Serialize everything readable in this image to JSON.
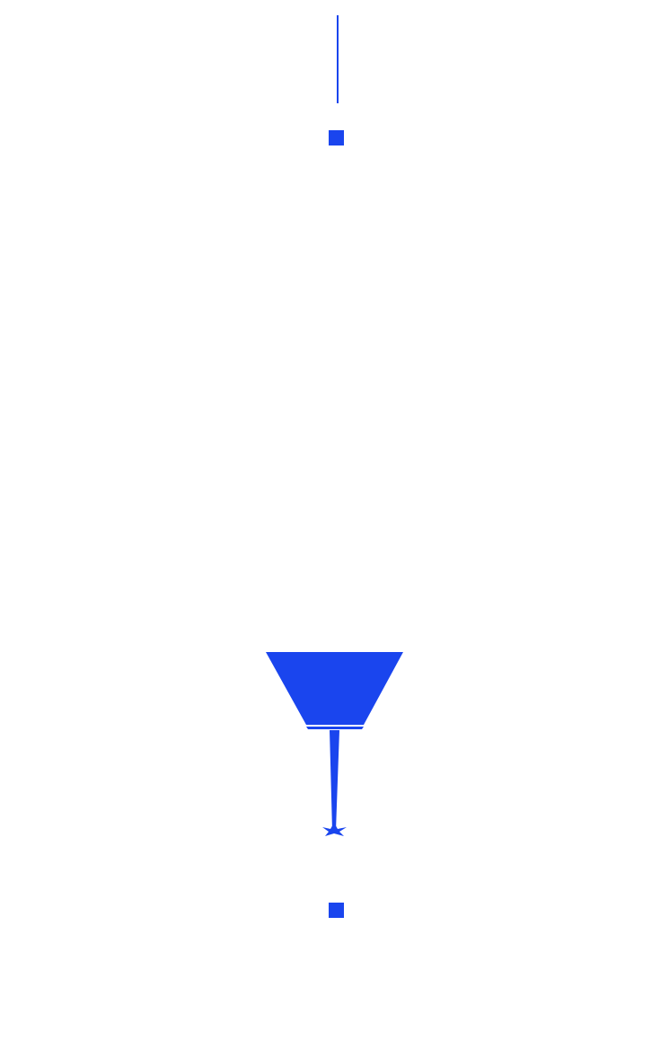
{
  "colors": {
    "shape_fill": "#1A45EE",
    "background": "#FFFFFF"
  },
  "shapes": [
    "vertical-line",
    "square-marker",
    "trapezoid-funnel",
    "stem",
    "star-tip",
    "square-marker"
  ]
}
